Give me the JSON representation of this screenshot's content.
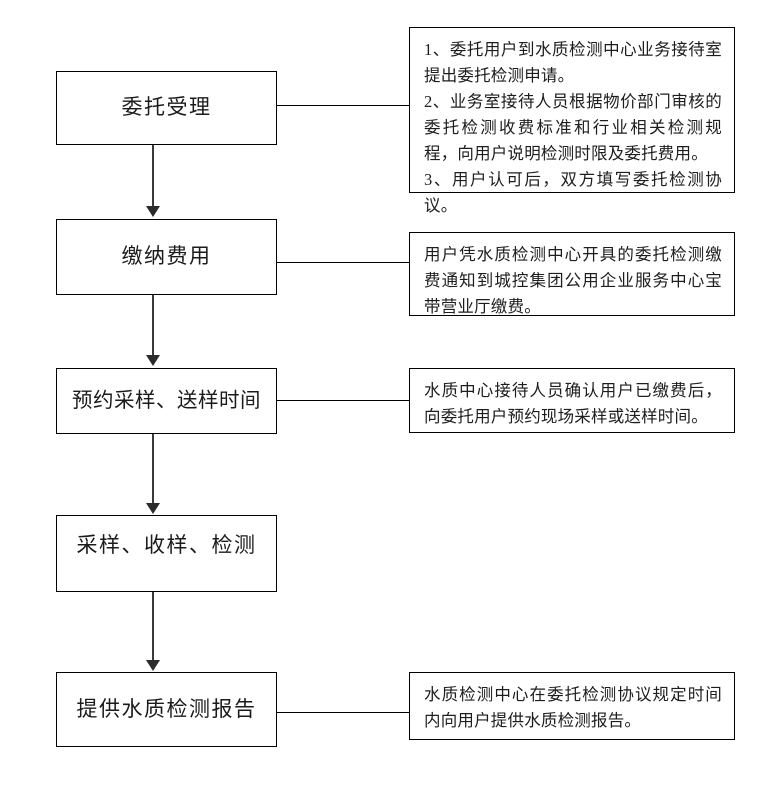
{
  "diagram": {
    "title_text": "",
    "type": "flowchart",
    "orientation": "vertical",
    "colors": {
      "box_border": "#000000",
      "arrow": "#2b2b2b",
      "text": "#1b1b1b",
      "background": "#ffffff"
    }
  },
  "steps": [
    {
      "id": "step-1",
      "label": "委托受理"
    },
    {
      "id": "step-2",
      "label": "缴纳费用"
    },
    {
      "id": "step-3",
      "label": "预约采样、送样时间"
    },
    {
      "id": "step-4",
      "label": "采样、收样、检测"
    },
    {
      "id": "step-5",
      "label": "提供水质检测报告"
    }
  ],
  "notes": [
    {
      "id": "note-1",
      "for_step": "委托受理",
      "text": "1、委托用户到水质检测中心业务接待室提出委托检测申请。\n2、业务室接待人员根据物价部门审核的委托检测收费标准和行业相关检测规程，向用户说明检测时限及委托费用。\n3、用户认可后，双方填写委托检测协议。"
    },
    {
      "id": "note-2",
      "for_step": "缴纳费用",
      "text": "用户凭水质检测中心开具的委托检测缴费通知到城控集团公用企业服务中心宝带营业厅缴费。"
    },
    {
      "id": "note-3",
      "for_step": "预约采样、送样时间",
      "text": "水质中心接待人员确认用户已缴费后，向委托用户预约现场采样或送样时间。"
    },
    {
      "id": "note-4",
      "for_step": "提供水质检测报告",
      "text": "水质检测中心在委托检测协议规定时间内向用户提供水质检测报告。"
    }
  ]
}
